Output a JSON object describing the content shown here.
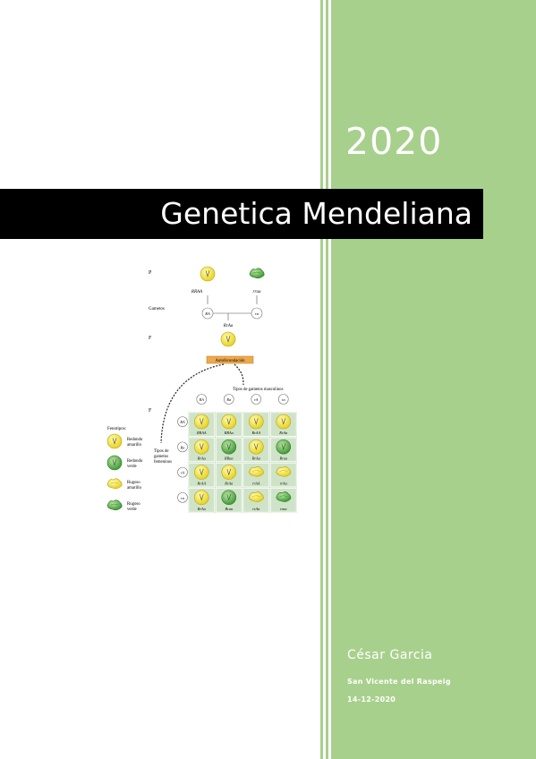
{
  "cover": {
    "year": "2020",
    "title": "Genetica Mendeliana",
    "author": "César Garcia",
    "place": "San Vicente del Raspeig",
    "date": "14-12-2020"
  },
  "figure": {
    "gen_p": "P",
    "gen_f1": "F",
    "gen_f2": "F",
    "cross_symbol": "×",
    "parent1_genotype": "RRAA",
    "parent2_genotype": "rraa",
    "gametes_label": "Gametos",
    "gamete1": "RA",
    "gamete2": "ra",
    "f1_genotype": "RrAa",
    "self_fertilization": "Autofecundación",
    "male_gametes_label": "Tipos de gametos masculinos",
    "female_gametes_label": [
      "Tipos de",
      "gametos",
      "femeninos"
    ],
    "male_gametes": [
      "RA",
      "Ra",
      "rA",
      "ra"
    ],
    "female_gametes": [
      "RA",
      "Ra",
      "rA",
      "ra"
    ],
    "phenotypes_title": "Fenotipos:",
    "phenotypes": [
      {
        "name": [
          "Redondo",
          "amarillo"
        ],
        "kind": "round-yellow"
      },
      {
        "name": [
          "Redondo",
          "verde"
        ],
        "kind": "round-green"
      },
      {
        "name": [
          "Rugoso",
          "amarillo"
        ],
        "kind": "wrinkled-yellow"
      },
      {
        "name": [
          "Rugoso",
          "verde"
        ],
        "kind": "wrinkled-green"
      }
    ],
    "punnett": [
      [
        {
          "g": "RRAA",
          "k": "round-yellow"
        },
        {
          "g": "RRAa",
          "k": "round-yellow"
        },
        {
          "g": "RrAA",
          "k": "round-yellow"
        },
        {
          "g": "RrAa",
          "k": "round-yellow"
        }
      ],
      [
        {
          "g": "RrAa",
          "k": "round-yellow"
        },
        {
          "g": "RRaa",
          "k": "round-green"
        },
        {
          "g": "RrAa",
          "k": "round-yellow"
        },
        {
          "g": "Rraa",
          "k": "round-green"
        }
      ],
      [
        {
          "g": "RrAA",
          "k": "round-yellow"
        },
        {
          "g": "RrAa",
          "k": "round-yellow"
        },
        {
          "g": "rrAA",
          "k": "wrinkled-yellow"
        },
        {
          "g": "rrAa",
          "k": "wrinkled-yellow"
        }
      ],
      [
        {
          "g": "RrAa",
          "k": "round-yellow"
        },
        {
          "g": "Rraa",
          "k": "round-green"
        },
        {
          "g": "rrAa",
          "k": "wrinkled-yellow"
        },
        {
          "g": "rraa",
          "k": "wrinkled-green"
        }
      ]
    ],
    "colors": {
      "yellow": "#f2e33a",
      "green": "#5fb54a",
      "grid_bg": "#cfe3c8",
      "box": "#f0a94a"
    }
  }
}
